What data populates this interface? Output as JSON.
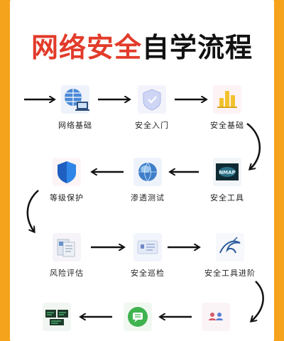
{
  "title": {
    "part1": "网络安全",
    "part2": "自学流程"
  },
  "steps": [
    {
      "label": "网络基础",
      "icon": "globe-computer-icon"
    },
    {
      "label": "安全入门",
      "icon": "shield-check-icon"
    },
    {
      "label": "安全基础",
      "icon": "bar-chart-icon"
    },
    {
      "label": "安全工具",
      "icon": "nmap-logo-icon"
    },
    {
      "label": "渗透测试",
      "icon": "globe-sphere-icon"
    },
    {
      "label": "等级保护",
      "icon": "shield-icon"
    },
    {
      "label": "风险评估",
      "icon": "document-stack-icon"
    },
    {
      "label": "安全巡检",
      "icon": "inspection-panel-icon"
    },
    {
      "label": "安全工具进阶",
      "icon": "kali-dragon-icon"
    },
    {
      "label": "",
      "icon": "users-icon"
    },
    {
      "label": "",
      "icon": "chat-bubble-icon"
    },
    {
      "label": "",
      "icon": "terminal-screens-icon"
    }
  ],
  "colors": {
    "background": "#f5a31c",
    "title_red": "#e23b2a",
    "title_black": "#111111",
    "arrow": "#111111"
  }
}
